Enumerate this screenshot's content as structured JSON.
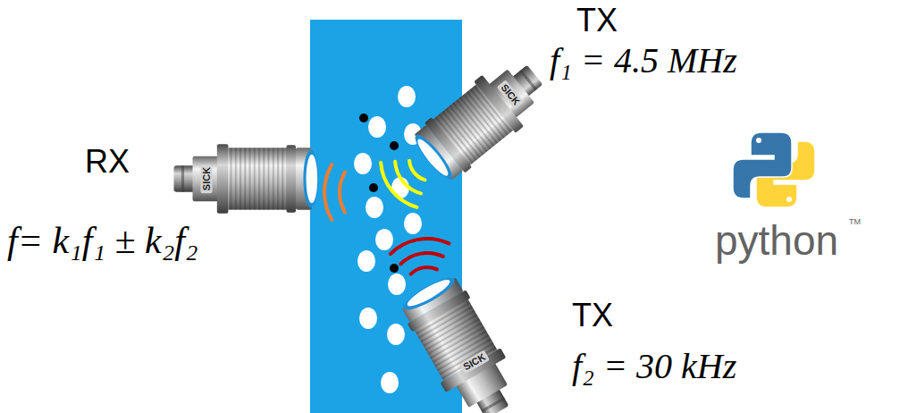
{
  "diagram": {
    "labels": [
      "TX",
      "f₁ = 4.5 MHz",
      "RX",
      "f= k₁f₁ ± k₂f₂",
      "TX",
      "f₂ = 30 kHz",
      "python",
      "TM",
      "SICK",
      "SICK",
      "SICK"
    ]
  }
}
